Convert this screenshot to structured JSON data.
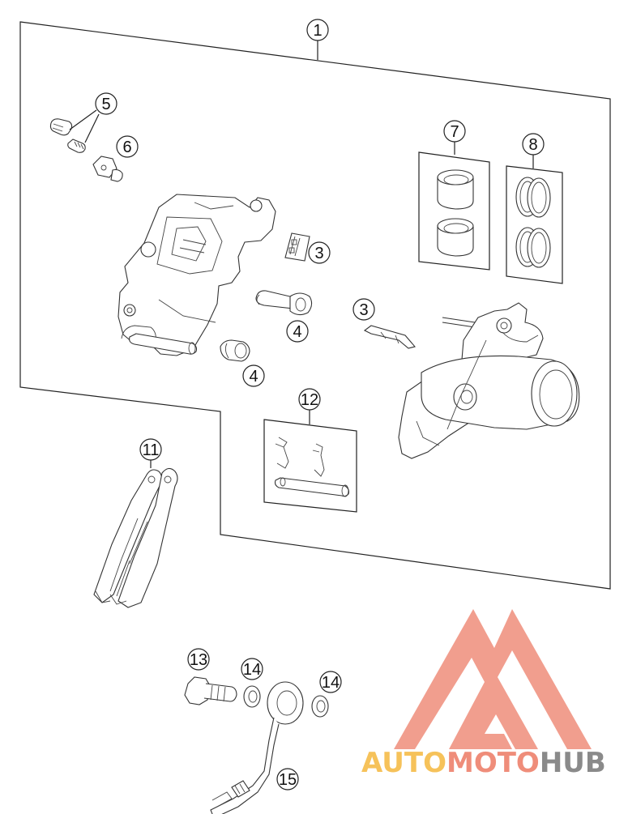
{
  "callouts": {
    "c1": "1",
    "c3a": "3",
    "c3b": "3",
    "c4a": "4",
    "c4b": "4",
    "c5": "5",
    "c6": "6",
    "c7": "7",
    "c8": "8",
    "c11": "11",
    "c12": "12",
    "c13": "13",
    "c14a": "14",
    "c14b": "14",
    "c15": "15"
  },
  "watermark": {
    "auto": "AUTO",
    "moto": "MOTO",
    "hub": "HUB",
    "logo_color": "#ef8d7a",
    "auto_color": "#f6c25a",
    "hub_color": "#8a8a8a"
  }
}
